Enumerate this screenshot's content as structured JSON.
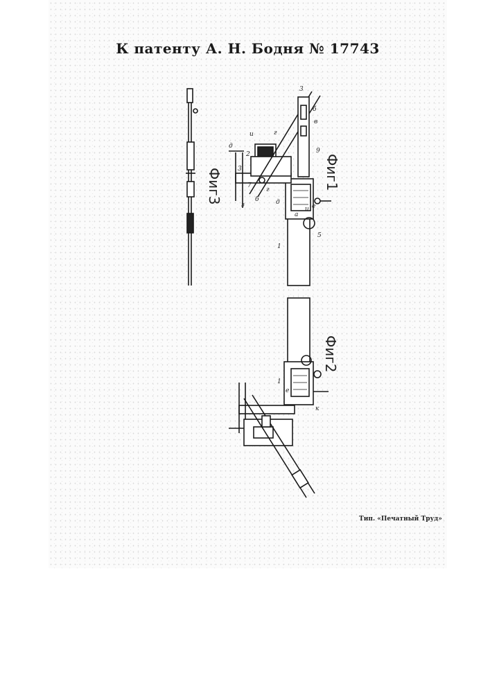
{
  "title": "К патенту А. Н. Бодня № 17743",
  "printer": "Тип. «Печатный Труд»",
  "figures": {
    "fig1": "Фиг1",
    "fig2": "Фиг2",
    "fig3": "Фиг3"
  },
  "labels": {
    "f1_3a": "3",
    "f1_b": "б",
    "f1_v": "в",
    "f1_u1": "и",
    "f1_g1": "г",
    "f1_9": "9",
    "f1_d1": "д",
    "f1_2a": "2",
    "f1_3b": "3",
    "f1_7": "7",
    "f1_g2": "г",
    "f1_6": "б",
    "f1_d2": "д",
    "f1_3c": "з",
    "f1_e": "е",
    "f1_u2": "и",
    "f1_a": "а",
    "f1_5": "5",
    "f1_1": "1",
    "f2_1": "1",
    "f2_e": "е",
    "f2_k": "к"
  }
}
